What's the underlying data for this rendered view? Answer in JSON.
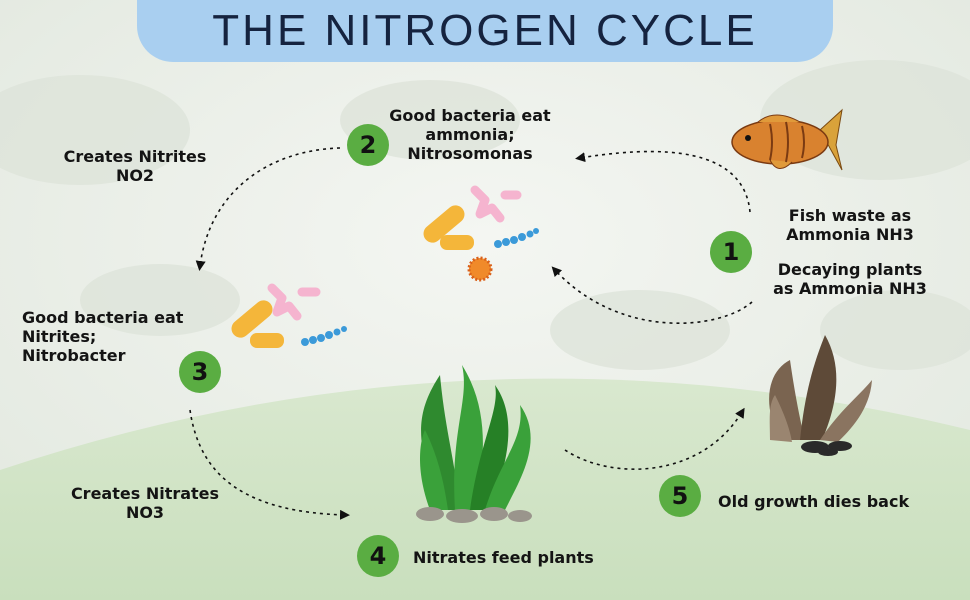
{
  "title": "THE NITROGEN CYCLE",
  "steps": [
    {
      "number": "1",
      "lines": [
        "Fish waste as",
        "Ammonia NH3"
      ],
      "lines2": [
        "Decaying plants",
        "as Ammonia NH3"
      ]
    },
    {
      "number": "2",
      "lines": [
        "Good bacteria eat",
        "ammonia;",
        "Nitrosomonas"
      ]
    },
    {
      "number": "3",
      "lines": [
        "Good bacteria eat",
        "Nitrites;",
        "Nitrobacter"
      ]
    },
    {
      "number": "4",
      "lines": [
        "Nitrates feed plants"
      ]
    },
    {
      "number": "5",
      "lines": [
        "Old growth dies back"
      ]
    }
  ],
  "products": {
    "nitrites": [
      "Creates Nitrites",
      "NO2"
    ],
    "nitrates": [
      "Creates Nitrates",
      "NO3"
    ]
  },
  "colors": {
    "banner": "#a9cff0",
    "badge": "#5aad42",
    "title_text": "#15233f",
    "ground": "#cfe2c4"
  },
  "icons": [
    "fish-icon",
    "bacteria-icon",
    "aquatic-plant-icon",
    "dead-plant-icon",
    "arrow-icon"
  ]
}
